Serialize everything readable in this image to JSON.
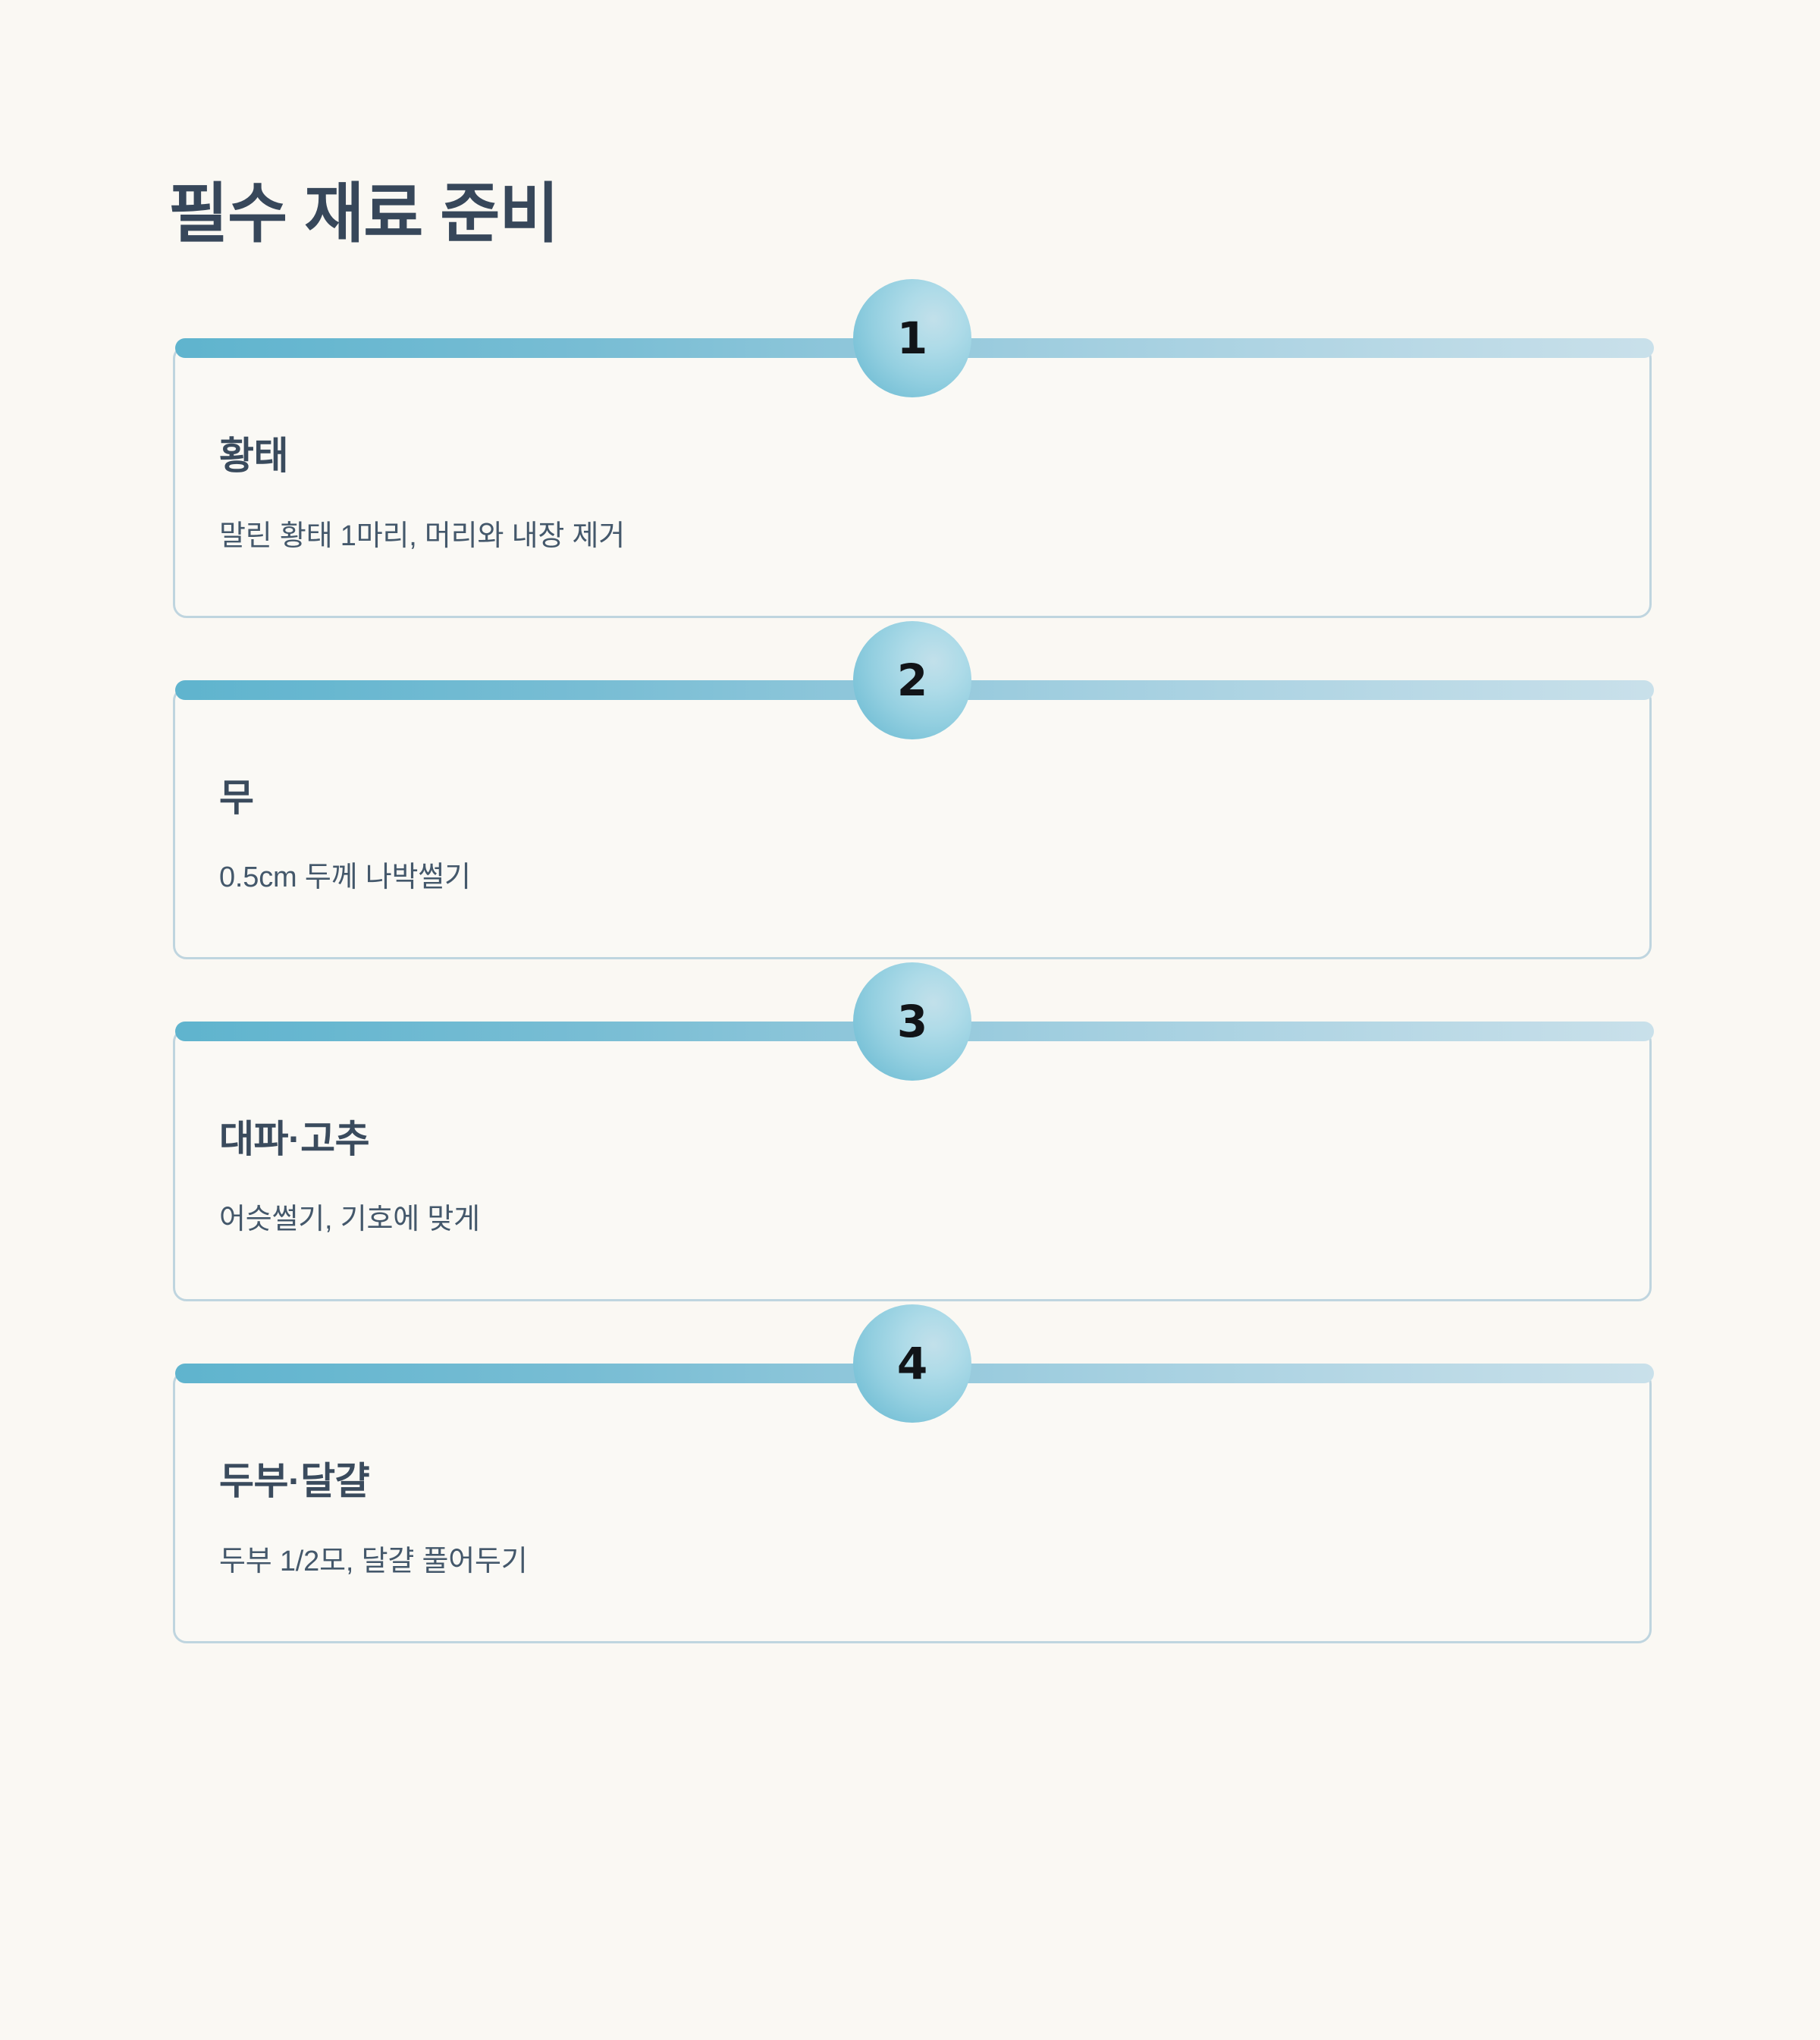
{
  "header": {
    "title": "필수 재료 준비"
  },
  "theme": {
    "page_background": "#faf8f3",
    "card_background": "#faf9f5",
    "card_border": "#bfd5df",
    "bar_gradient_start": "#5fb4ce",
    "bar_gradient_end": "#c9e0ea",
    "badge_color": "#93cfe0",
    "title_color": "#37475a",
    "label_color": "#3a4b5d",
    "detail_color": "#44586b",
    "badge_number_color": "#111418"
  },
  "steps": [
    {
      "number": "1",
      "label": "황태",
      "detail": "말린 황태 1마리, 머리와 내장 제거"
    },
    {
      "number": "2",
      "label": "무",
      "detail": "0.5cm 두께 나박썰기"
    },
    {
      "number": "3",
      "label": "대파·고추",
      "detail": "어슷썰기, 기호에 맞게"
    },
    {
      "number": "4",
      "label": "두부·달걀",
      "detail": "두부 1/2모, 달걀 풀어두기"
    }
  ]
}
